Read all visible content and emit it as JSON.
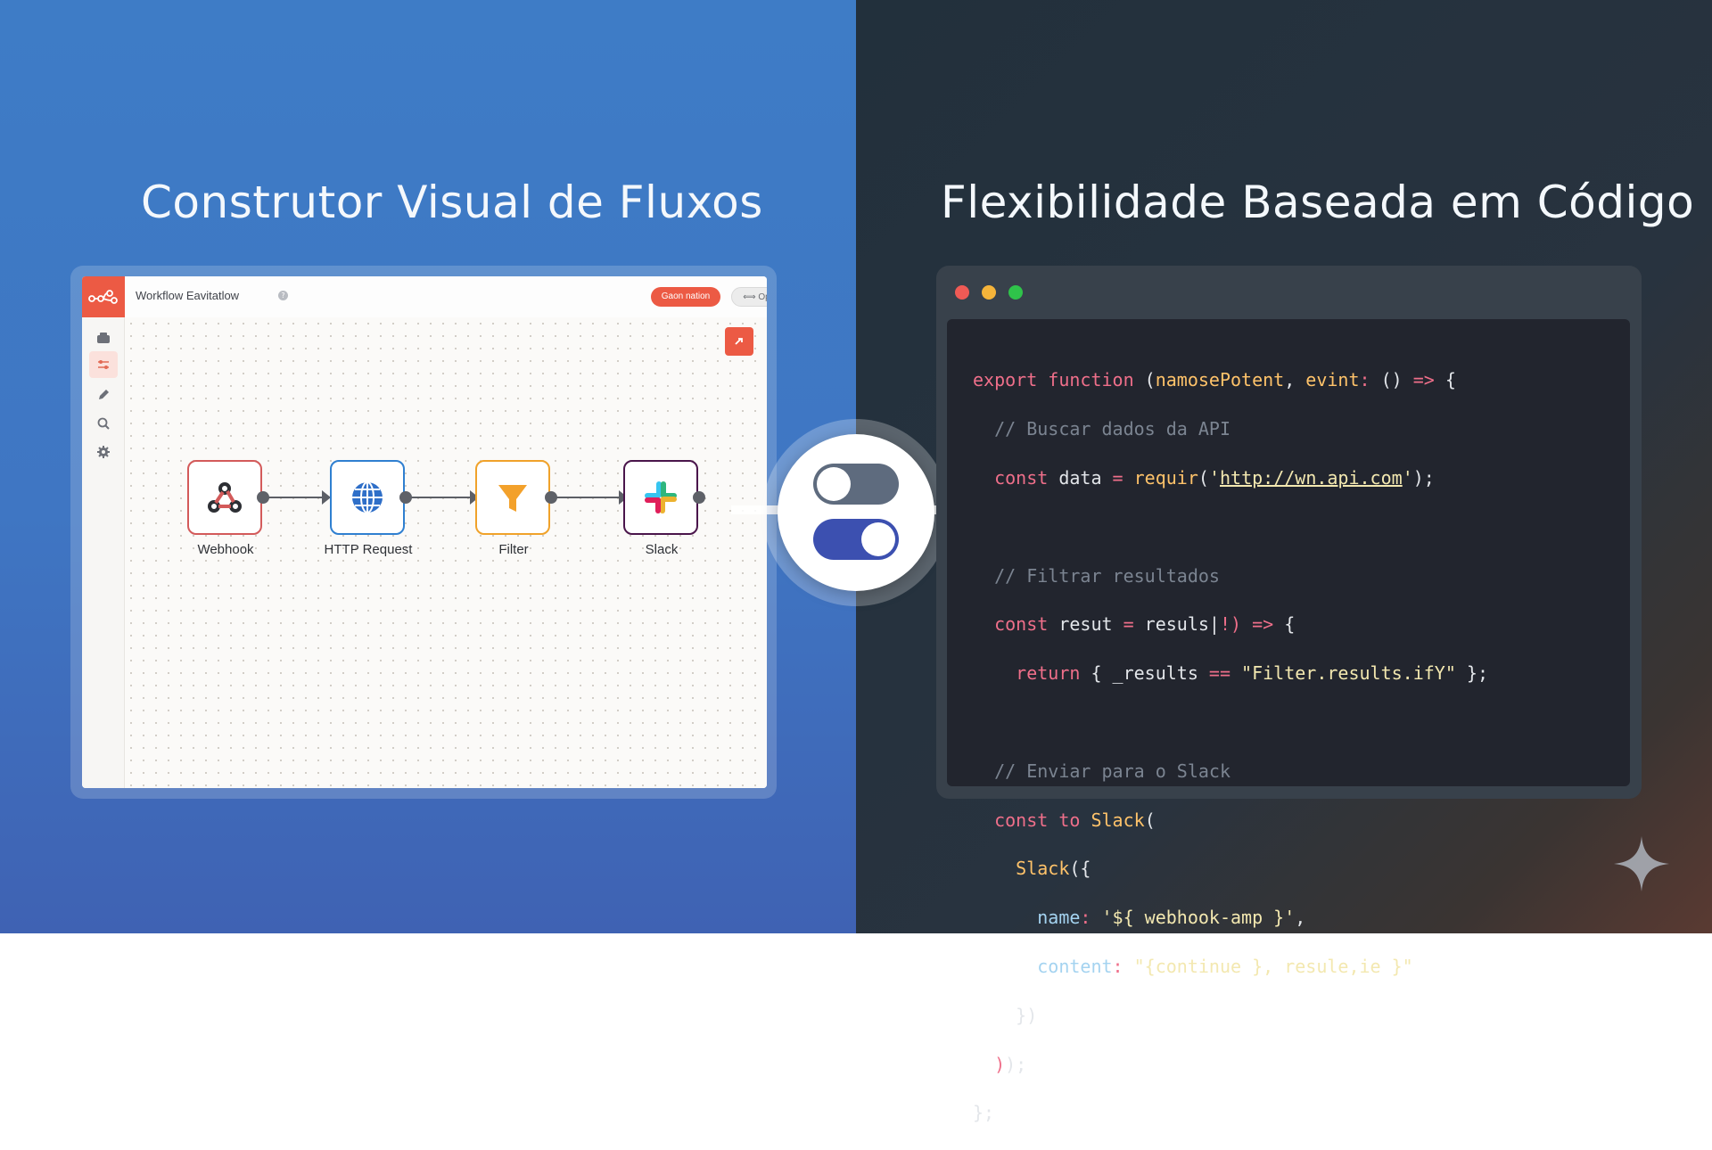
{
  "headings": {
    "left": "Construtor Visual de Fluxos",
    "right": "Flexibilidade Baseada em Código"
  },
  "editor": {
    "title": "Workflow Eavitatlow",
    "generate_label": "Gaon nation",
    "options_label": "Options",
    "sidebar_icons": [
      "templates-icon",
      "sliders-icon",
      "pencil-icon",
      "search-icon",
      "gear-icon"
    ],
    "nodes": [
      {
        "label": "Webhook",
        "icon": "webhook-icon",
        "color": "#d35a5a"
      },
      {
        "label": "HTTP Request",
        "icon": "globe-icon",
        "color": "#2f7fd0"
      },
      {
        "label": "Filter",
        "icon": "funnel-icon",
        "color": "#f0a22a"
      },
      {
        "label": "Slack",
        "icon": "slack-icon",
        "color": "#4a154b"
      }
    ],
    "accent": "#ec5a44"
  },
  "toggle": {
    "top_state": "off",
    "bottom_state": "on"
  },
  "code": {
    "lines": [
      "export function (namosePotent, evint: () => {",
      "  // Buscar dados da API",
      "  const data = requir('http://wn.api.com');",
      "",
      "  // Filtrar resultados",
      "  const resut = resuls|!) => {",
      "    return { _results == \"Filter.results.ifY\" };",
      "",
      "  // Enviar para o Slack",
      "  const to Slack(",
      "    Slack({",
      "      name: '${ webhook-amp }',",
      "      content: \"{continue }, resule,ie }\"",
      "    })",
      "  ));",
      "};"
    ]
  }
}
